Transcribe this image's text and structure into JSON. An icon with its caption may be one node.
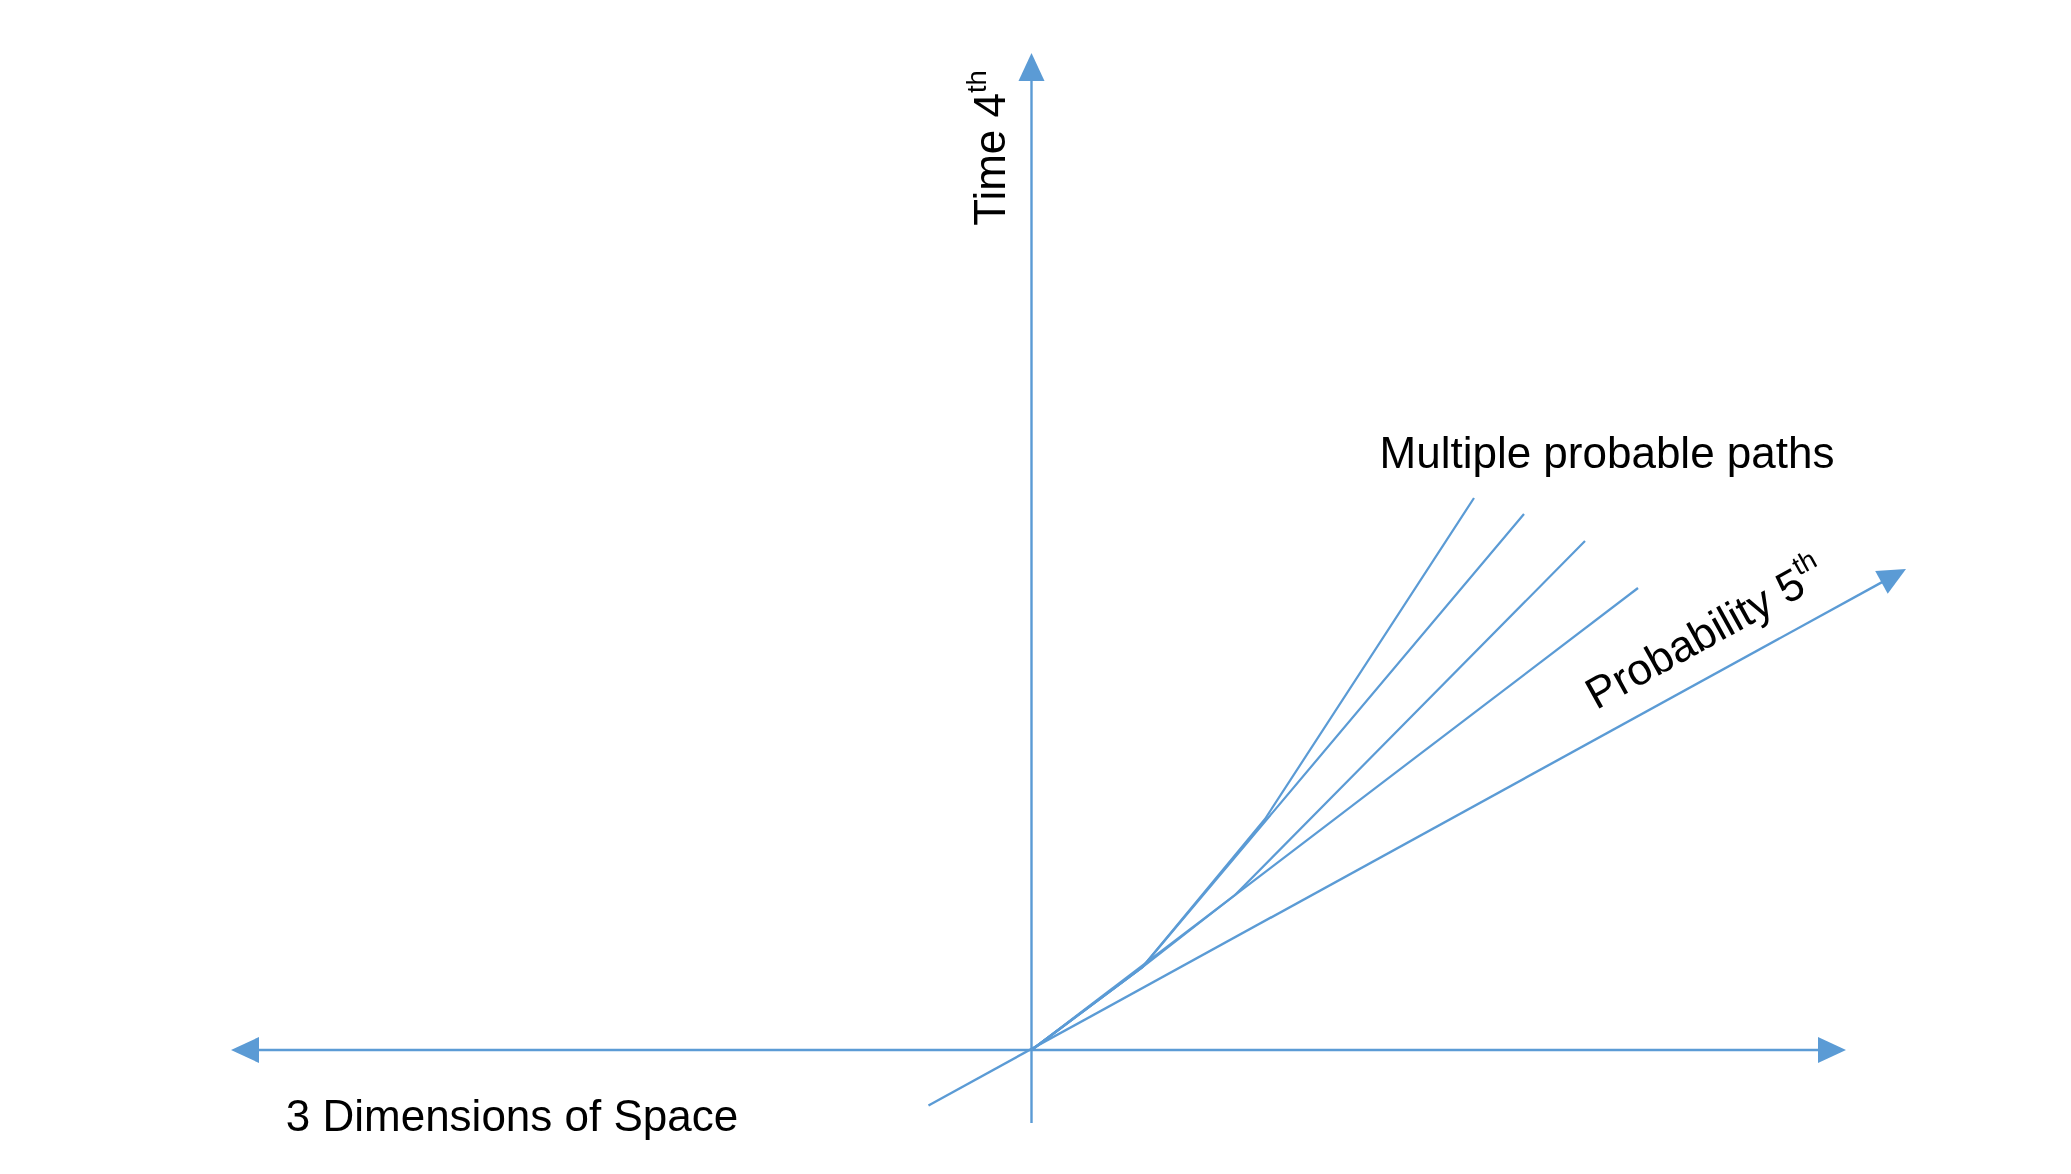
{
  "diagram": {
    "labels": [
      "Time 4$^{th}$",
      "Multiple probable paths",
      "Probability 5$^{th}$",
      "3 Dimensions of Space"
    ]
  }
}
